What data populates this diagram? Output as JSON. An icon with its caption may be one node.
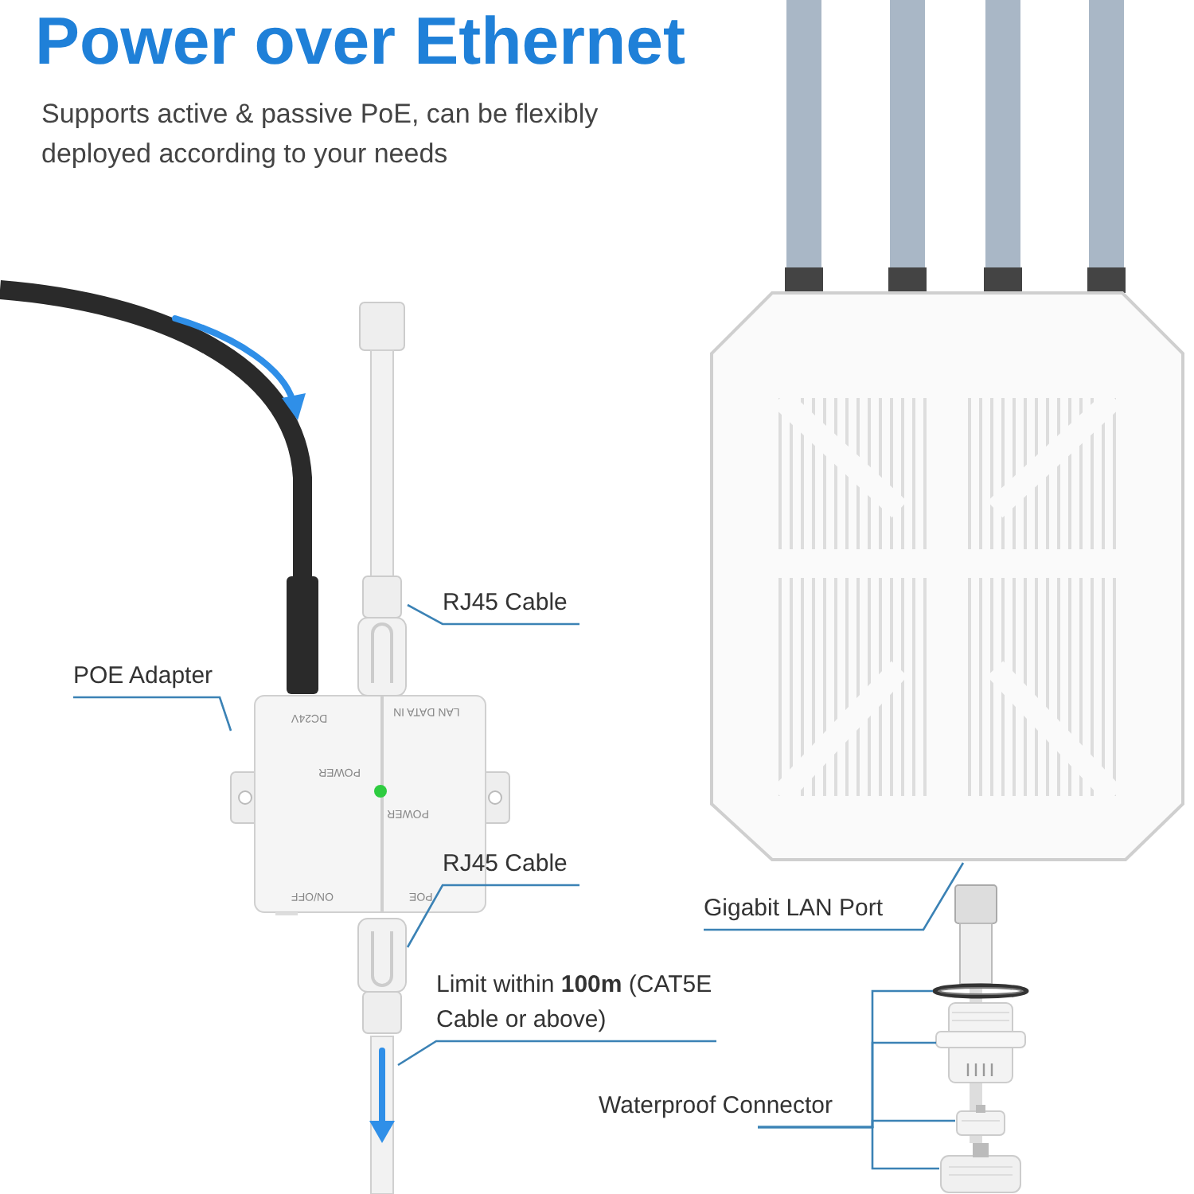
{
  "diagram": {
    "title": "Power over Ethernet",
    "caption": "Supports active & passive PoE, can be flexibly deployed according to your needs",
    "nodes": [
      {
        "text": [
          "POE Adapter"
        ]
      },
      {
        "text": [],
        "shape": "picture"
      },
      {
        "text": [
          "RJ45 Cable"
        ]
      },
      {
        "text": [],
        "shape": "picture"
      },
      {
        "text": [
          "RJ45 Cable"
        ]
      },
      {
        "text": [],
        "shape": "picture"
      },
      {
        "text": [
          "Limit within **100m** (CAT5E Cable or above)"
        ]
      },
      {
        "text": [],
        "shape": "picture"
      },
      {
        "text": [
          "Gigabit LAN Port"
        ]
      },
      {
        "text": [],
        "shape": "picture"
      },
      {
        "text": [
          "Waterproof Connector"
        ]
      },
      {
        "text": [],
        "shape": "picture"
      },
      {
        "text": [],
        "shape": "picture"
      },
      {
        "text": [],
        "shape": "picture"
      },
      {
        "text": [],
        "shape": "picture"
      }
    ],
    "edges": [
      {
        "from": 0,
        "to": 1,
        "arrow": "none"
      },
      {
        "from": 2,
        "to": 3,
        "arrow": "none"
      },
      {
        "from": 4,
        "to": 5,
        "arrow": "none"
      },
      {
        "from": 6,
        "to": 7,
        "arrow": "none"
      },
      {
        "from": 8,
        "to": 9,
        "arrow": "none"
      },
      {
        "from": 10,
        "to": 11,
        "arrow": "none"
      },
      {
        "from": 10,
        "to": 12,
        "arrow": "none"
      },
      {
        "from": 10,
        "to": 13,
        "arrow": "none"
      },
      {
        "from": 10,
        "to": 14,
        "arrow": "none"
      }
    ],
    "labels": [
      "DC24V",
      "LAN DATA IN",
      "POWER",
      "POWER",
      "ON/OFF",
      "POE"
    ]
  }
}
